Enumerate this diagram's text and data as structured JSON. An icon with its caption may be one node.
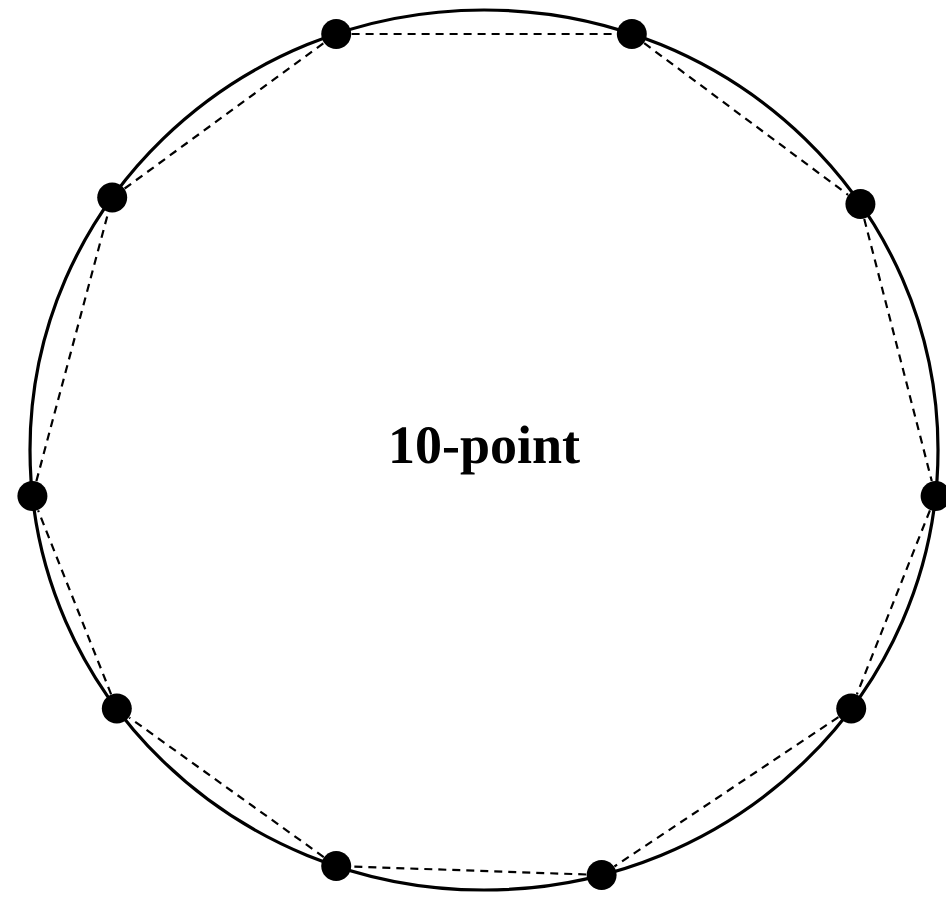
{
  "diagram": {
    "nodes": [
      {
        "text": [],
        "shape": "circle"
      },
      {
        "text": [],
        "shape": "circle"
      },
      {
        "text": [],
        "shape": "circle"
      },
      {
        "text": [],
        "shape": "circle"
      },
      {
        "text": [],
        "shape": "circle"
      },
      {
        "text": [],
        "shape": "circle"
      },
      {
        "text": [],
        "shape": "circle"
      },
      {
        "text": [],
        "shape": "circle"
      },
      {
        "text": [],
        "shape": "circle"
      },
      {
        "text": [],
        "shape": "circle"
      }
    ],
    "edges": [
      {
        "from": 0,
        "to": 1,
        "arrow": "none",
        "style": "dashed"
      },
      {
        "from": 1,
        "to": 2,
        "arrow": "none",
        "style": "dashed"
      },
      {
        "from": 2,
        "to": 3,
        "arrow": "none",
        "style": "dashed"
      },
      {
        "from": 3,
        "to": 4,
        "arrow": "none",
        "style": "dashed"
      },
      {
        "from": 4,
        "to": 5,
        "arrow": "none",
        "style": "dashed"
      },
      {
        "from": 5,
        "to": 6,
        "arrow": "none",
        "style": "dashed"
      },
      {
        "from": 6,
        "to": 7,
        "arrow": "none",
        "style": "dashed"
      },
      {
        "from": 7,
        "to": 8,
        "arrow": "none",
        "style": "dashed"
      },
      {
        "from": 8,
        "to": 9,
        "arrow": "none",
        "style": "dashed"
      },
      {
        "from": 9,
        "to": 0,
        "arrow": "none",
        "style": "dashed"
      }
    ],
    "labels": [
      "10-point"
    ]
  }
}
